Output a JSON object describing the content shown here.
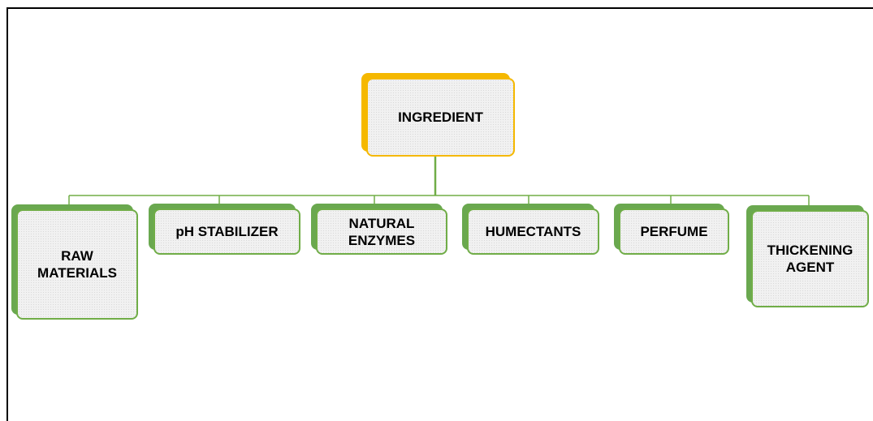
{
  "diagram": {
    "type": "hierarchy",
    "root": {
      "label": "INGREDIENT"
    },
    "children": [
      {
        "label": "RAW\nMATERIALS"
      },
      {
        "label": "pH STABILIZER"
      },
      {
        "label": "NATURAL\nENZYMES"
      },
      {
        "label": "HUMECTANTS"
      },
      {
        "label": "PERFUME"
      },
      {
        "label": "THICKENING\nAGENT"
      }
    ]
  },
  "colors": {
    "root_accent": "#f5b800",
    "child_accent": "#70ad47",
    "connector": "#70ad47"
  }
}
